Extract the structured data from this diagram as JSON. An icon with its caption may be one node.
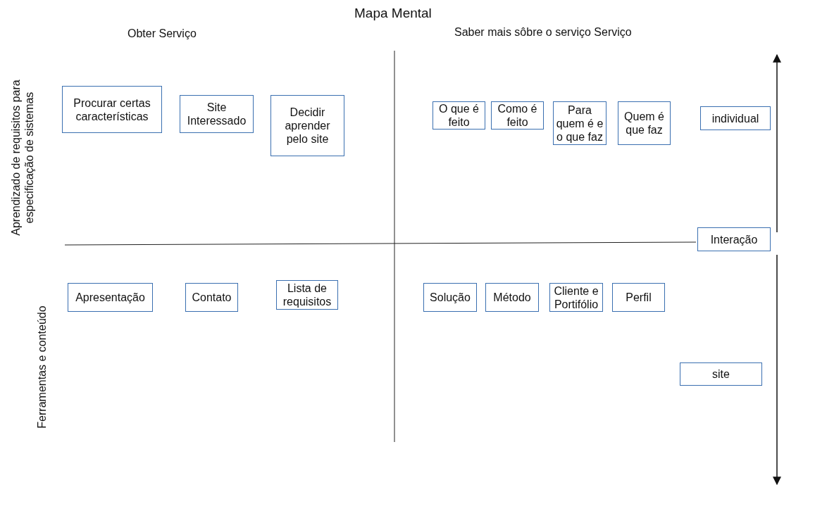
{
  "diagram": {
    "title": "Mapa Mental",
    "nodes": [
      {
        "text": [
          "Procurar certas características"
        ]
      },
      {
        "text": [
          "Site Interessado"
        ]
      },
      {
        "text": [
          "Decidir aprender pelo site"
        ]
      },
      {
        "text": [
          "O que é feito"
        ]
      },
      {
        "text": [
          "Como é feito"
        ]
      },
      {
        "text": [
          "Para quem é e o que faz"
        ]
      },
      {
        "text": [
          "Quem é que faz"
        ]
      },
      {
        "text": [
          "individual"
        ]
      },
      {
        "text": [
          "Interação"
        ]
      },
      {
        "text": [
          "Apresentação"
        ]
      },
      {
        "text": [
          "Contato"
        ]
      },
      {
        "text": [
          "Lista de requisitos"
        ]
      },
      {
        "text": [
          "Solução"
        ]
      },
      {
        "text": [
          "Método"
        ]
      },
      {
        "text": [
          "Cliente e Portifólio"
        ]
      },
      {
        "text": [
          "Perfil"
        ]
      },
      {
        "text": [
          "site"
        ]
      }
    ],
    "edges": [],
    "labels": [
      "Obter Serviço",
      "Saber mais sôbre o serviço Serviço",
      "Aprendizado de requisitos para especificação de sistemas",
      "Ferramentas e conteúdo"
    ]
  }
}
